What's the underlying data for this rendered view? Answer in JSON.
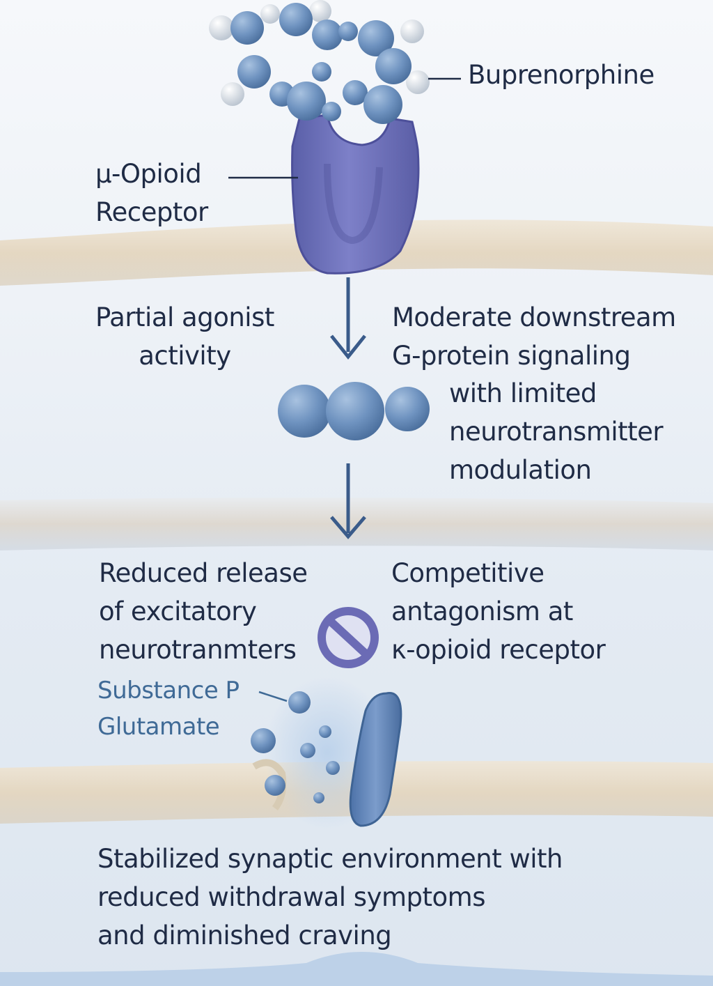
{
  "labels": {
    "buprenorphine": "Buprenorphine",
    "mu_receptor": [
      "μ-Opioid",
      "Receptor"
    ],
    "partial_agonist": [
      "Partial agonist",
      "activity"
    ],
    "downstream": [
      "Moderate downstream",
      "G-protein signaling"
    ],
    "modulation": [
      "with limited",
      "neurotransmitter",
      "modulation"
    ],
    "reduced_release": [
      "Reduced release",
      "of excitatory",
      "neurotranmters"
    ],
    "kappa": [
      "Competitive",
      "antagonism at",
      "κ-opioid receptor"
    ],
    "neurotransmitters": [
      "Substance P",
      "Glutamate"
    ],
    "outcome": [
      "Stabilized synaptic environment with",
      "reduced withdrawal symptoms",
      "and diminished craving"
    ]
  },
  "colors": {
    "text": "#1f2b45",
    "accent": "#3f6a96",
    "membrane": "#e6d9c4",
    "receptor": "#6d6fb8",
    "molecule": "#6f93c0"
  }
}
